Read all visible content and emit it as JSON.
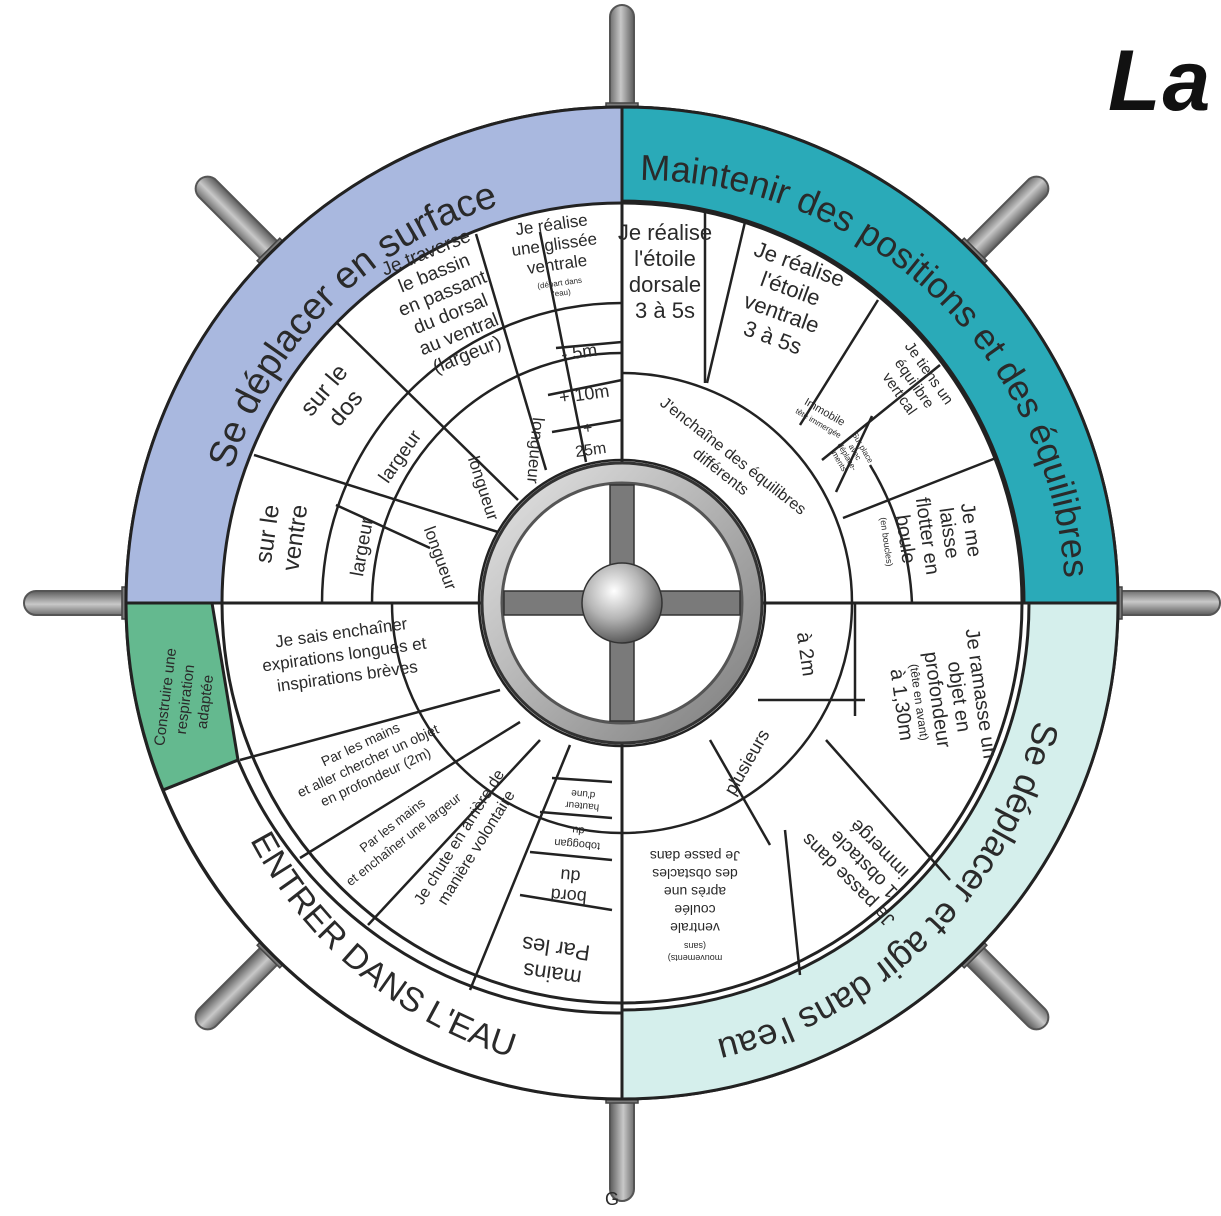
{
  "title": "La",
  "colors": {
    "surface": "#a9b8df",
    "equilibre": "#2aaab8",
    "agir": "#d5efec",
    "respiration": "#64b98f",
    "entrer": "#ffffff",
    "line": "#222222",
    "spoke": "#8b8b8b"
  },
  "quadrants": {
    "surface": "Se déplacer en surface",
    "equilibre": "Maintenir des positions et des équilibres",
    "agir": "Se déplacer et agir dans l'eau",
    "entrer": "ENTRER DANS L'EAU",
    "respiration": [
      "Construire une",
      "respiration",
      "adaptée"
    ]
  },
  "surface": {
    "ventre": [
      "sur le",
      "ventre"
    ],
    "dos": [
      "sur le",
      "dos"
    ],
    "largeur_1": "largeur",
    "longueur_1": "longueur",
    "largeur_2": "largeur",
    "longueur_2": "longueur",
    "traverse": [
      "Je traverse",
      "le bassin",
      "en passant",
      "du dorsal",
      "au ventral",
      "(largeur)"
    ],
    "glisse": [
      "Je réalise",
      "une glissée",
      "ventrale"
    ],
    "glisse_note": [
      "(départ dans",
      "l'eau)"
    ],
    "longueur_3": "longueur",
    "m5": "- 5m",
    "m10": "+ 10m",
    "m25": [
      "+",
      "25m"
    ]
  },
  "equilibre": {
    "dorsale": [
      "Je réalise",
      "l'étoile",
      "dorsale",
      "3 à 5s"
    ],
    "ventrale": [
      "Je réalise",
      "l'étoile",
      "ventrale",
      "3 à 5s"
    ],
    "vertical": [
      "Je tiens un",
      "équilibre",
      "vertical"
    ],
    "immobile": [
      "Immobile",
      "tête immergée"
    ],
    "surplace": [
      "Sur place",
      "avec",
      "déplace-",
      "ments"
    ],
    "boule": [
      "Je me",
      "laisse",
      "flotter en",
      "boule"
    ],
    "boule_note": "(en boucles)",
    "enchaine": [
      "J'enchaîne des équilibres",
      "différents"
    ]
  },
  "agir": {
    "ramasse": [
      "Je ramasse un",
      "objet en",
      "profondeur",
      "(tête en avant)",
      "à 1,30m"
    ],
    "a2m": "à 2m",
    "plusieurs": "plusieurs",
    "passe_dans": [
      "Je passe dans",
      "1 obstacle",
      "immergé"
    ],
    "passe_obstacles": [
      "Je passe dans",
      "des obstacles",
      "après une",
      "coulée",
      "ventrale"
    ],
    "passe_note": [
      "(sans",
      "mouvements)"
    ]
  },
  "respiration": {
    "enchaine": [
      "Je sais enchaîner",
      "expirations longues et",
      "inspirations brèves"
    ],
    "objet": [
      "Par les mains",
      "et aller chercher un objet",
      "en profondeur (2m)"
    ],
    "largeur": [
      "Par les mains",
      "et enchaîner une largeur"
    ]
  },
  "entrer": {
    "chute": [
      "Je chute en arrière de",
      "manière volontaire"
    ],
    "mains": [
      "Par les",
      "mains"
    ],
    "bord": [
      "du",
      "bord"
    ],
    "toboggan": [
      "du",
      "toboggan"
    ],
    "hauteur": [
      "d'une",
      "hauteur"
    ]
  },
  "footer_mark": "G"
}
